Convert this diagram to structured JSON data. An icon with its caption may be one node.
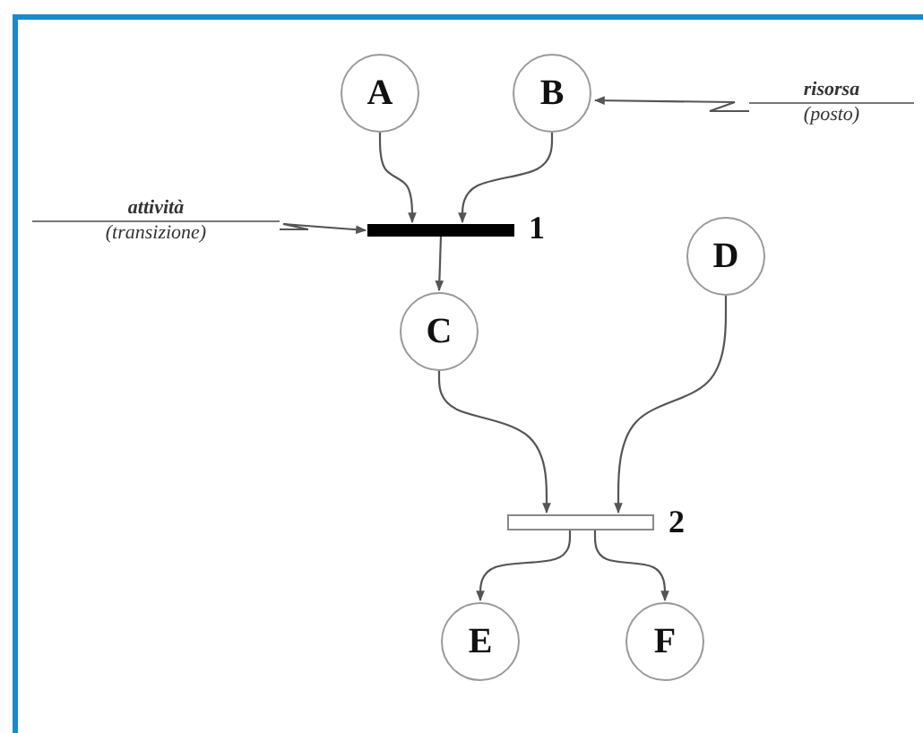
{
  "diagram": {
    "nodes": [
      {
        "text": [
          "A"
        ]
      },
      {
        "text": [
          "B"
        ]
      },
      {
        "text": [
          "risorsa",
          "(posto)"
        ]
      },
      {
        "text": [
          "attività",
          "(transizione)"
        ]
      },
      {
        "text": [],
        "shape": "bar",
        "beside": [
          "1"
        ]
      },
      {
        "text": [
          "C"
        ]
      },
      {
        "text": [
          "D"
        ]
      },
      {
        "text": [],
        "shape": "bar",
        "beside": [
          "2"
        ]
      },
      {
        "text": [
          "E"
        ]
      },
      {
        "text": [
          "F"
        ]
      }
    ],
    "edges": [
      {
        "from": 2,
        "to": 1,
        "arrow": "to"
      },
      {
        "from": 3,
        "to": 4,
        "arrow": "to"
      },
      {
        "from": 0,
        "to": 4,
        "arrow": "to"
      },
      {
        "from": 1,
        "to": 4,
        "arrow": "to"
      },
      {
        "from": 4,
        "to": 5,
        "arrow": "to"
      },
      {
        "from": 5,
        "to": 7,
        "arrow": "to"
      },
      {
        "from": 6,
        "to": 7,
        "arrow": "to"
      },
      {
        "from": 7,
        "to": 8,
        "arrow": "to"
      },
      {
        "from": 7,
        "to": 9,
        "arrow": "to"
      }
    ]
  }
}
